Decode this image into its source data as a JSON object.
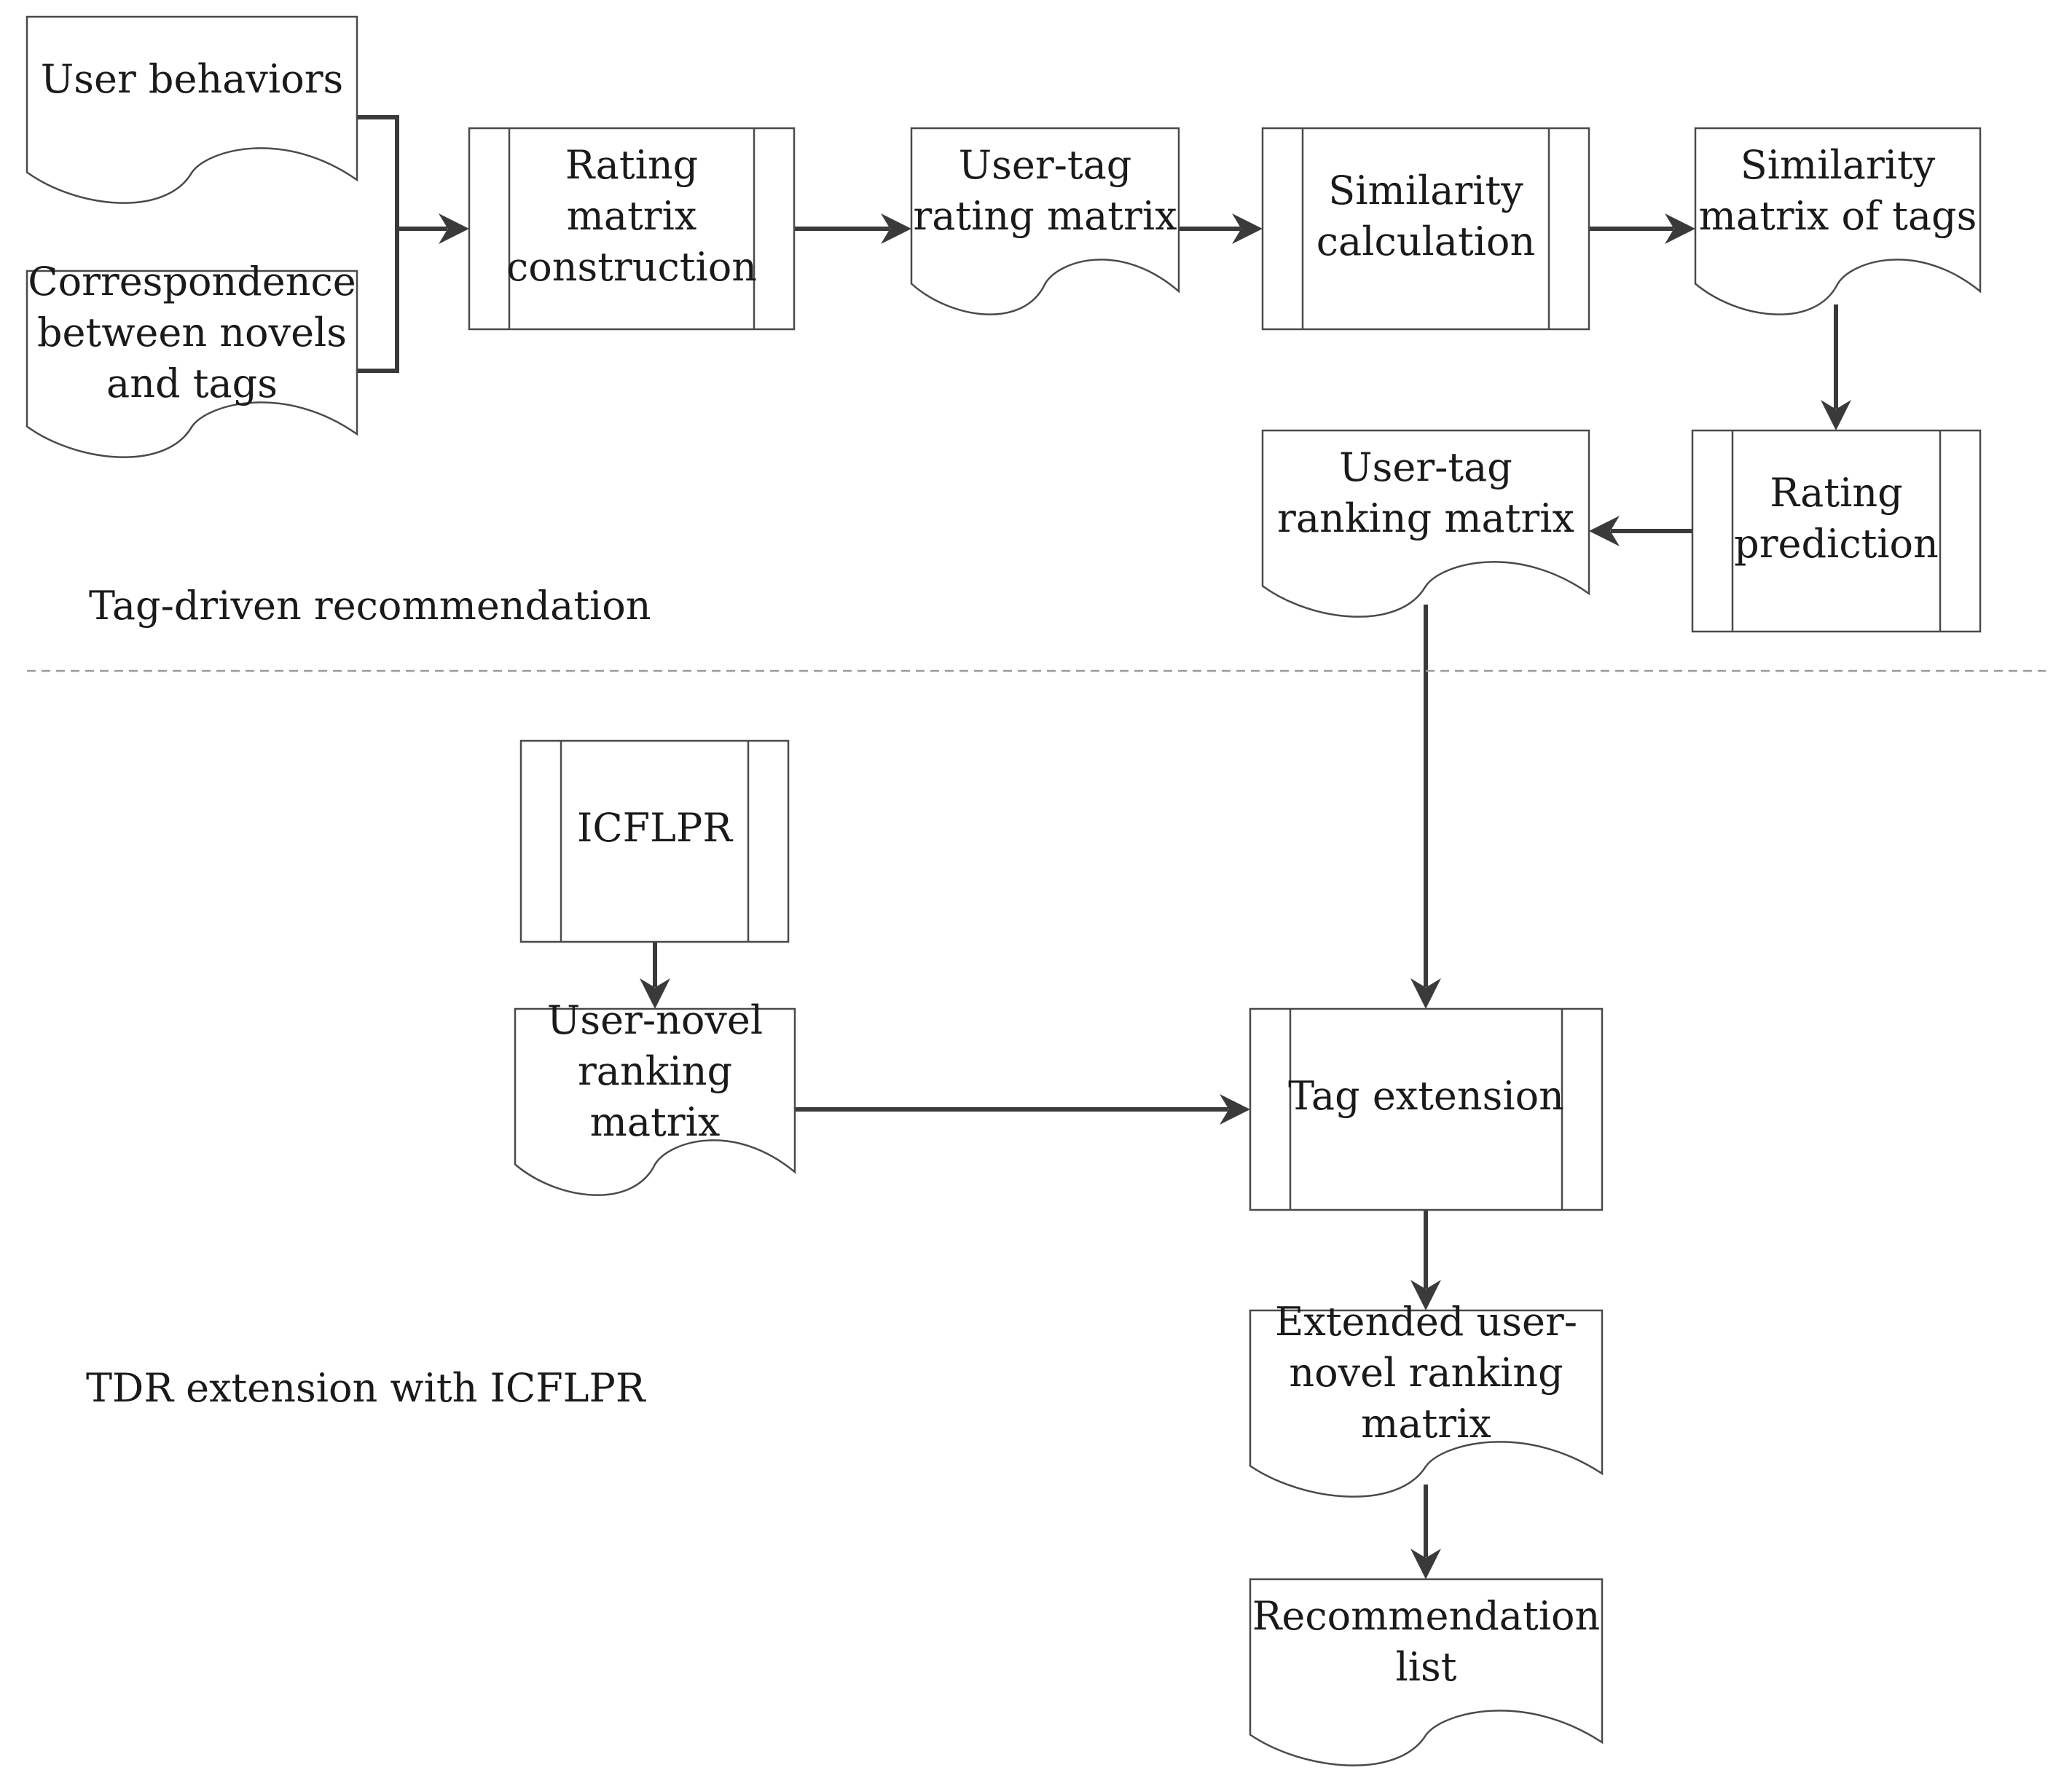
{
  "sections": {
    "top_label": "Tag-driven recommendation",
    "bottom_label": "TDR extension with ICFLPR"
  },
  "nodes": {
    "user_behaviors": {
      "kind": "document",
      "lines": [
        "User behaviors"
      ]
    },
    "correspondence": {
      "kind": "document",
      "lines": [
        "Correspondence",
        "between novels",
        "and tags"
      ]
    },
    "rating_matrix_construction": {
      "kind": "process",
      "lines": [
        "Rating",
        "matrix",
        "construction"
      ]
    },
    "user_tag_rating_matrix": {
      "kind": "document",
      "lines": [
        "User-tag",
        "rating matrix"
      ]
    },
    "similarity_calculation": {
      "kind": "process",
      "lines": [
        "Similarity",
        "calculation"
      ]
    },
    "similarity_matrix_of_tags": {
      "kind": "document",
      "lines": [
        "Similarity",
        "matrix of tags"
      ]
    },
    "rating_prediction": {
      "kind": "process",
      "lines": [
        "Rating",
        "prediction"
      ]
    },
    "user_tag_ranking_matrix": {
      "kind": "document",
      "lines": [
        "User-tag",
        "ranking matrix"
      ]
    },
    "icflpr": {
      "kind": "process",
      "lines": [
        "ICFLPR"
      ]
    },
    "user_novel_ranking_matrix": {
      "kind": "document",
      "lines": [
        "User-novel",
        "ranking",
        "matrix"
      ]
    },
    "tag_extension": {
      "kind": "process",
      "lines": [
        "Tag extension"
      ]
    },
    "extended_user_novel_ranking_matrix": {
      "kind": "document",
      "lines": [
        "Extended user-",
        "novel ranking",
        "matrix"
      ]
    },
    "recommendation_list": {
      "kind": "document",
      "lines": [
        "Recommendation",
        "list"
      ]
    }
  },
  "edges": [
    {
      "from": "user_behaviors",
      "to": "rating_matrix_construction"
    },
    {
      "from": "correspondence",
      "to": "rating_matrix_construction"
    },
    {
      "from": "rating_matrix_construction",
      "to": "user_tag_rating_matrix"
    },
    {
      "from": "user_tag_rating_matrix",
      "to": "similarity_calculation"
    },
    {
      "from": "similarity_calculation",
      "to": "similarity_matrix_of_tags"
    },
    {
      "from": "similarity_matrix_of_tags",
      "to": "rating_prediction"
    },
    {
      "from": "rating_prediction",
      "to": "user_tag_ranking_matrix"
    },
    {
      "from": "user_tag_ranking_matrix",
      "to": "tag_extension"
    },
    {
      "from": "icflpr",
      "to": "user_novel_ranking_matrix"
    },
    {
      "from": "user_novel_ranking_matrix",
      "to": "tag_extension"
    },
    {
      "from": "tag_extension",
      "to": "extended_user_novel_ranking_matrix"
    },
    {
      "from": "extended_user_novel_ranking_matrix",
      "to": "recommendation_list"
    }
  ]
}
